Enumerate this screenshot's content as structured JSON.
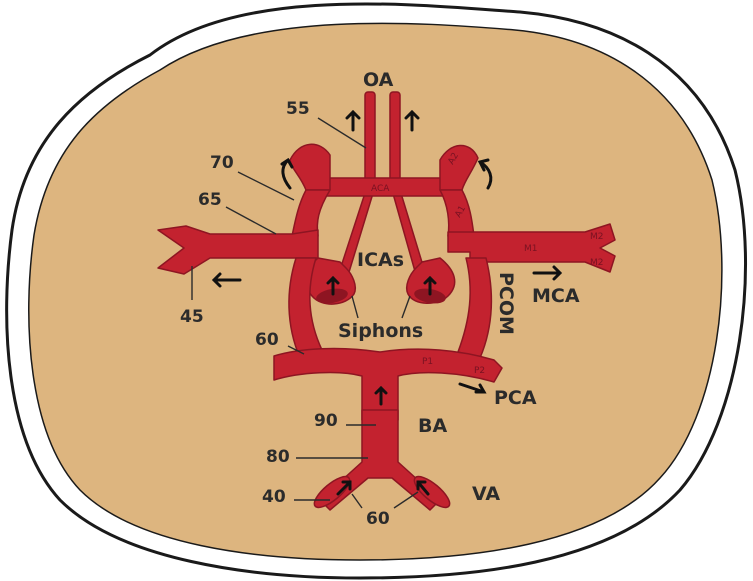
{
  "colors": {
    "background": "#ffffff",
    "brain": "#ddb57f",
    "vessel": "#c3222f",
    "vessel_dark": "#8e1522",
    "label": "#2b2b2b"
  },
  "labels": {
    "oa": "OA",
    "icas": "ICAs",
    "siphons": "Siphons",
    "pcom": "PCOM",
    "mca": "MCA",
    "pca": "PCA",
    "ba": "BA",
    "va": "VA",
    "aca": "ACA",
    "a1": "A1",
    "a2": "A2",
    "m1": "M1",
    "m2_upper": "M2",
    "m2_lower": "M2",
    "p1": "P1",
    "p2": "P2"
  },
  "values": {
    "oa_branch": "55",
    "a2_angle": "70",
    "a1_angle": "65",
    "mca_angle": "45",
    "pcom_angle": "60",
    "ba_upper": "90",
    "ba_lower": "80",
    "va_left": "40",
    "va_confluence": "60"
  }
}
